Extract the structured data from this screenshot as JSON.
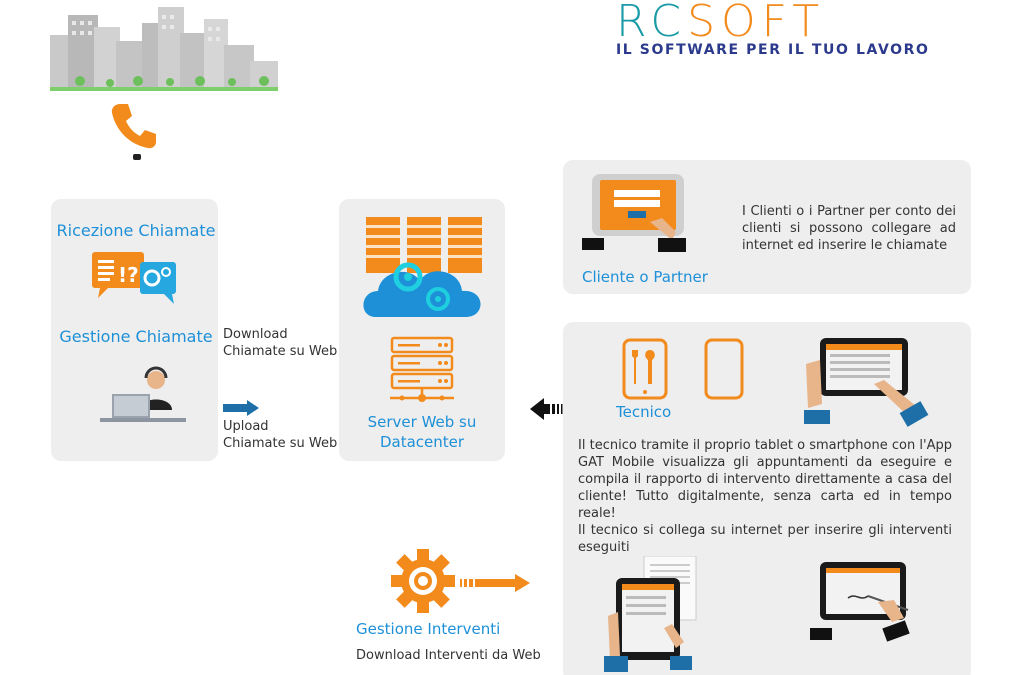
{
  "brand": {
    "logo": "RCSOFT",
    "tagline": "IL SOFTWARE PER IL TUO LAVORO",
    "colors": {
      "teal": "#1a9aa6",
      "orange": "#f28a1c",
      "navy": "#2b3a8c"
    }
  },
  "left_panel": {
    "title_top": "Ricezione Chiamate",
    "title_bottom": "Gestione Chiamate"
  },
  "arrows": {
    "download_label_1": "Download",
    "download_label_2": "Chiamate su Web",
    "upload_label_1": "Upload",
    "upload_label_2": "Chiamate su Web"
  },
  "server_panel": {
    "label_1": "Server Web su",
    "label_2": "Datacenter"
  },
  "client_panel": {
    "title": "Cliente o Partner",
    "description": "I Clienti o i Partner per conto dei clienti si possono collegare ad internet ed inserire le chiamate"
  },
  "technician_panel": {
    "title": "Tecnico",
    "paragraph_1": "Il tecnico tramite il proprio tablet o smartphone con l'App GAT Mobile visualizza gli appuntamenti da eseguire e compila il rapporto di intervento direttamente a casa del cliente! Tutto digitalmente, senza carta ed in tempo reale!",
    "paragraph_2": "Il tecnico si collega su internet per inserire gli interventi eseguiti"
  },
  "interventions": {
    "title": "Gestione Interventi",
    "subtitle": "Download Interventi da Web"
  },
  "icons": [
    "city-skyline-icon",
    "phone-icon",
    "chat-bubbles-icon",
    "operator-icon",
    "server-cloud-icon",
    "server-rack-icon",
    "tablet-hands-icon",
    "smartphone-tools-icon",
    "smartphone-icon",
    "gear-icon",
    "arrow-icon"
  ]
}
